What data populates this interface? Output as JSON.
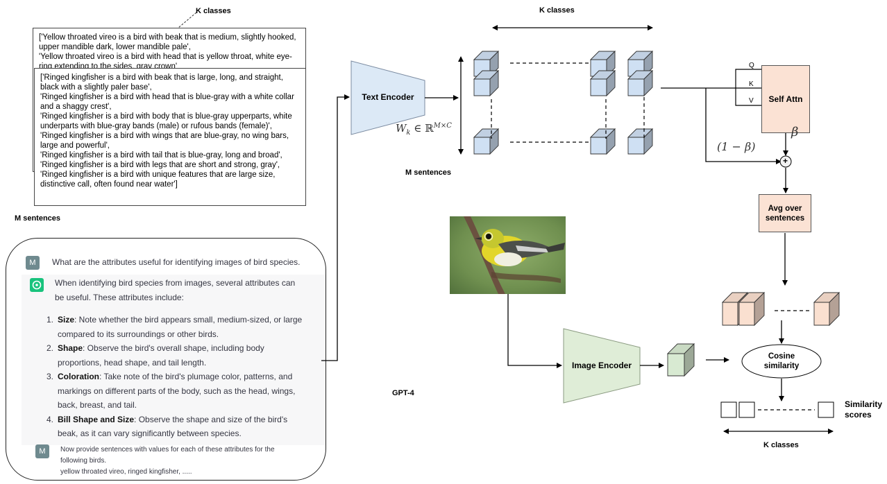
{
  "labels": {
    "k_classes_top_left": "K classes",
    "k_classes_top": "K classes",
    "m_sentences_left": "M sentences",
    "m_sentences_mid": "M sentences",
    "gpt4": "GPT-4",
    "k_classes_bottom": "K classes",
    "similarity_scores": "Similarity\nscores"
  },
  "text_box_back": "['Yellow throated vireo is a bird with beak that is medium, slightly hooked, upper mandible dark, lower mandible pale',\n 'Yellow throated vireo is a bird with head that is yellow throat, white eye-ring extending to the sides, gray crown'",
  "text_box_front": "['Ringed kingfisher is a bird with beak that is large, long, and straight, black with a slightly paler base',\n 'Ringed kingfisher is a bird with head that is blue-gray with a white collar and a shaggy crest',\n 'Ringed kingfisher is a bird with body that is blue-gray upperparts, white underparts with blue-gray bands (male) or rufous bands (female)',\n 'Ringed kingfisher is a bird with wings that are blue-gray, no wing bars, large and powerful',\n 'Ringed kingfisher is a bird with tail that is blue-gray, long and broad',\n 'Ringed kingfisher is a bird with legs that are short and strong, gray',\n 'Ringed kingfisher is a bird with unique features that are large size, distinctive call, often found near water']",
  "chat": {
    "user_avatar": "M",
    "question": "What are the attributes useful for identifying images of bird species.",
    "answer_intro": "When identifying bird species from images, several attributes can be useful. These attributes include:",
    "items": [
      {
        "num": "1.",
        "title": "Size",
        "text": ": Note whether the bird appears small, medium-sized, or large compared to its surroundings or other birds."
      },
      {
        "num": "2.",
        "title": "Shape",
        "text": ": Observe the bird's overall shape, including body proportions, head shape, and tail length."
      },
      {
        "num": "3.",
        "title": "Coloration",
        "text": ": Take note of the bird's plumage color, patterns, and markings on different parts of the body, such as the head, wings, back, breast, and tail."
      },
      {
        "num": "4.",
        "title": "Bill Shape and Size",
        "text": ": Observe the shape and size of the bird's beak, as it can vary significantly between species."
      }
    ],
    "followup": "Now provide sentences with values for each of these attributes for the following birds.\nyellow throated vireo, ringed kingfisher, ....."
  },
  "nodes": {
    "text_encoder": "Text Encoder",
    "image_encoder": "Image Encoder",
    "self_attn": "Self Attn",
    "avg": "Avg over sentences",
    "cosine": "Cosine similarity",
    "plus": "+"
  },
  "attn_inputs": {
    "q": "Q",
    "k": "K",
    "v": "V"
  },
  "math": {
    "wk": "W",
    "wk_sub": "k",
    "wk_rest": " ∈ ℝ",
    "wk_sup": "M×C",
    "one_minus_beta": "(1 − β)",
    "beta": "β"
  },
  "colors": {
    "blue_cube": "#cfe0f3",
    "text_encoder": "#dce9f6",
    "image_encoder": "#dfedd7",
    "green_cube": "#d8ead2",
    "peach": "#fbe2d4",
    "peach_cube": "#fae0d0",
    "gpt_green": "#19c37d",
    "avatar_gray": "#6f8a8f"
  }
}
